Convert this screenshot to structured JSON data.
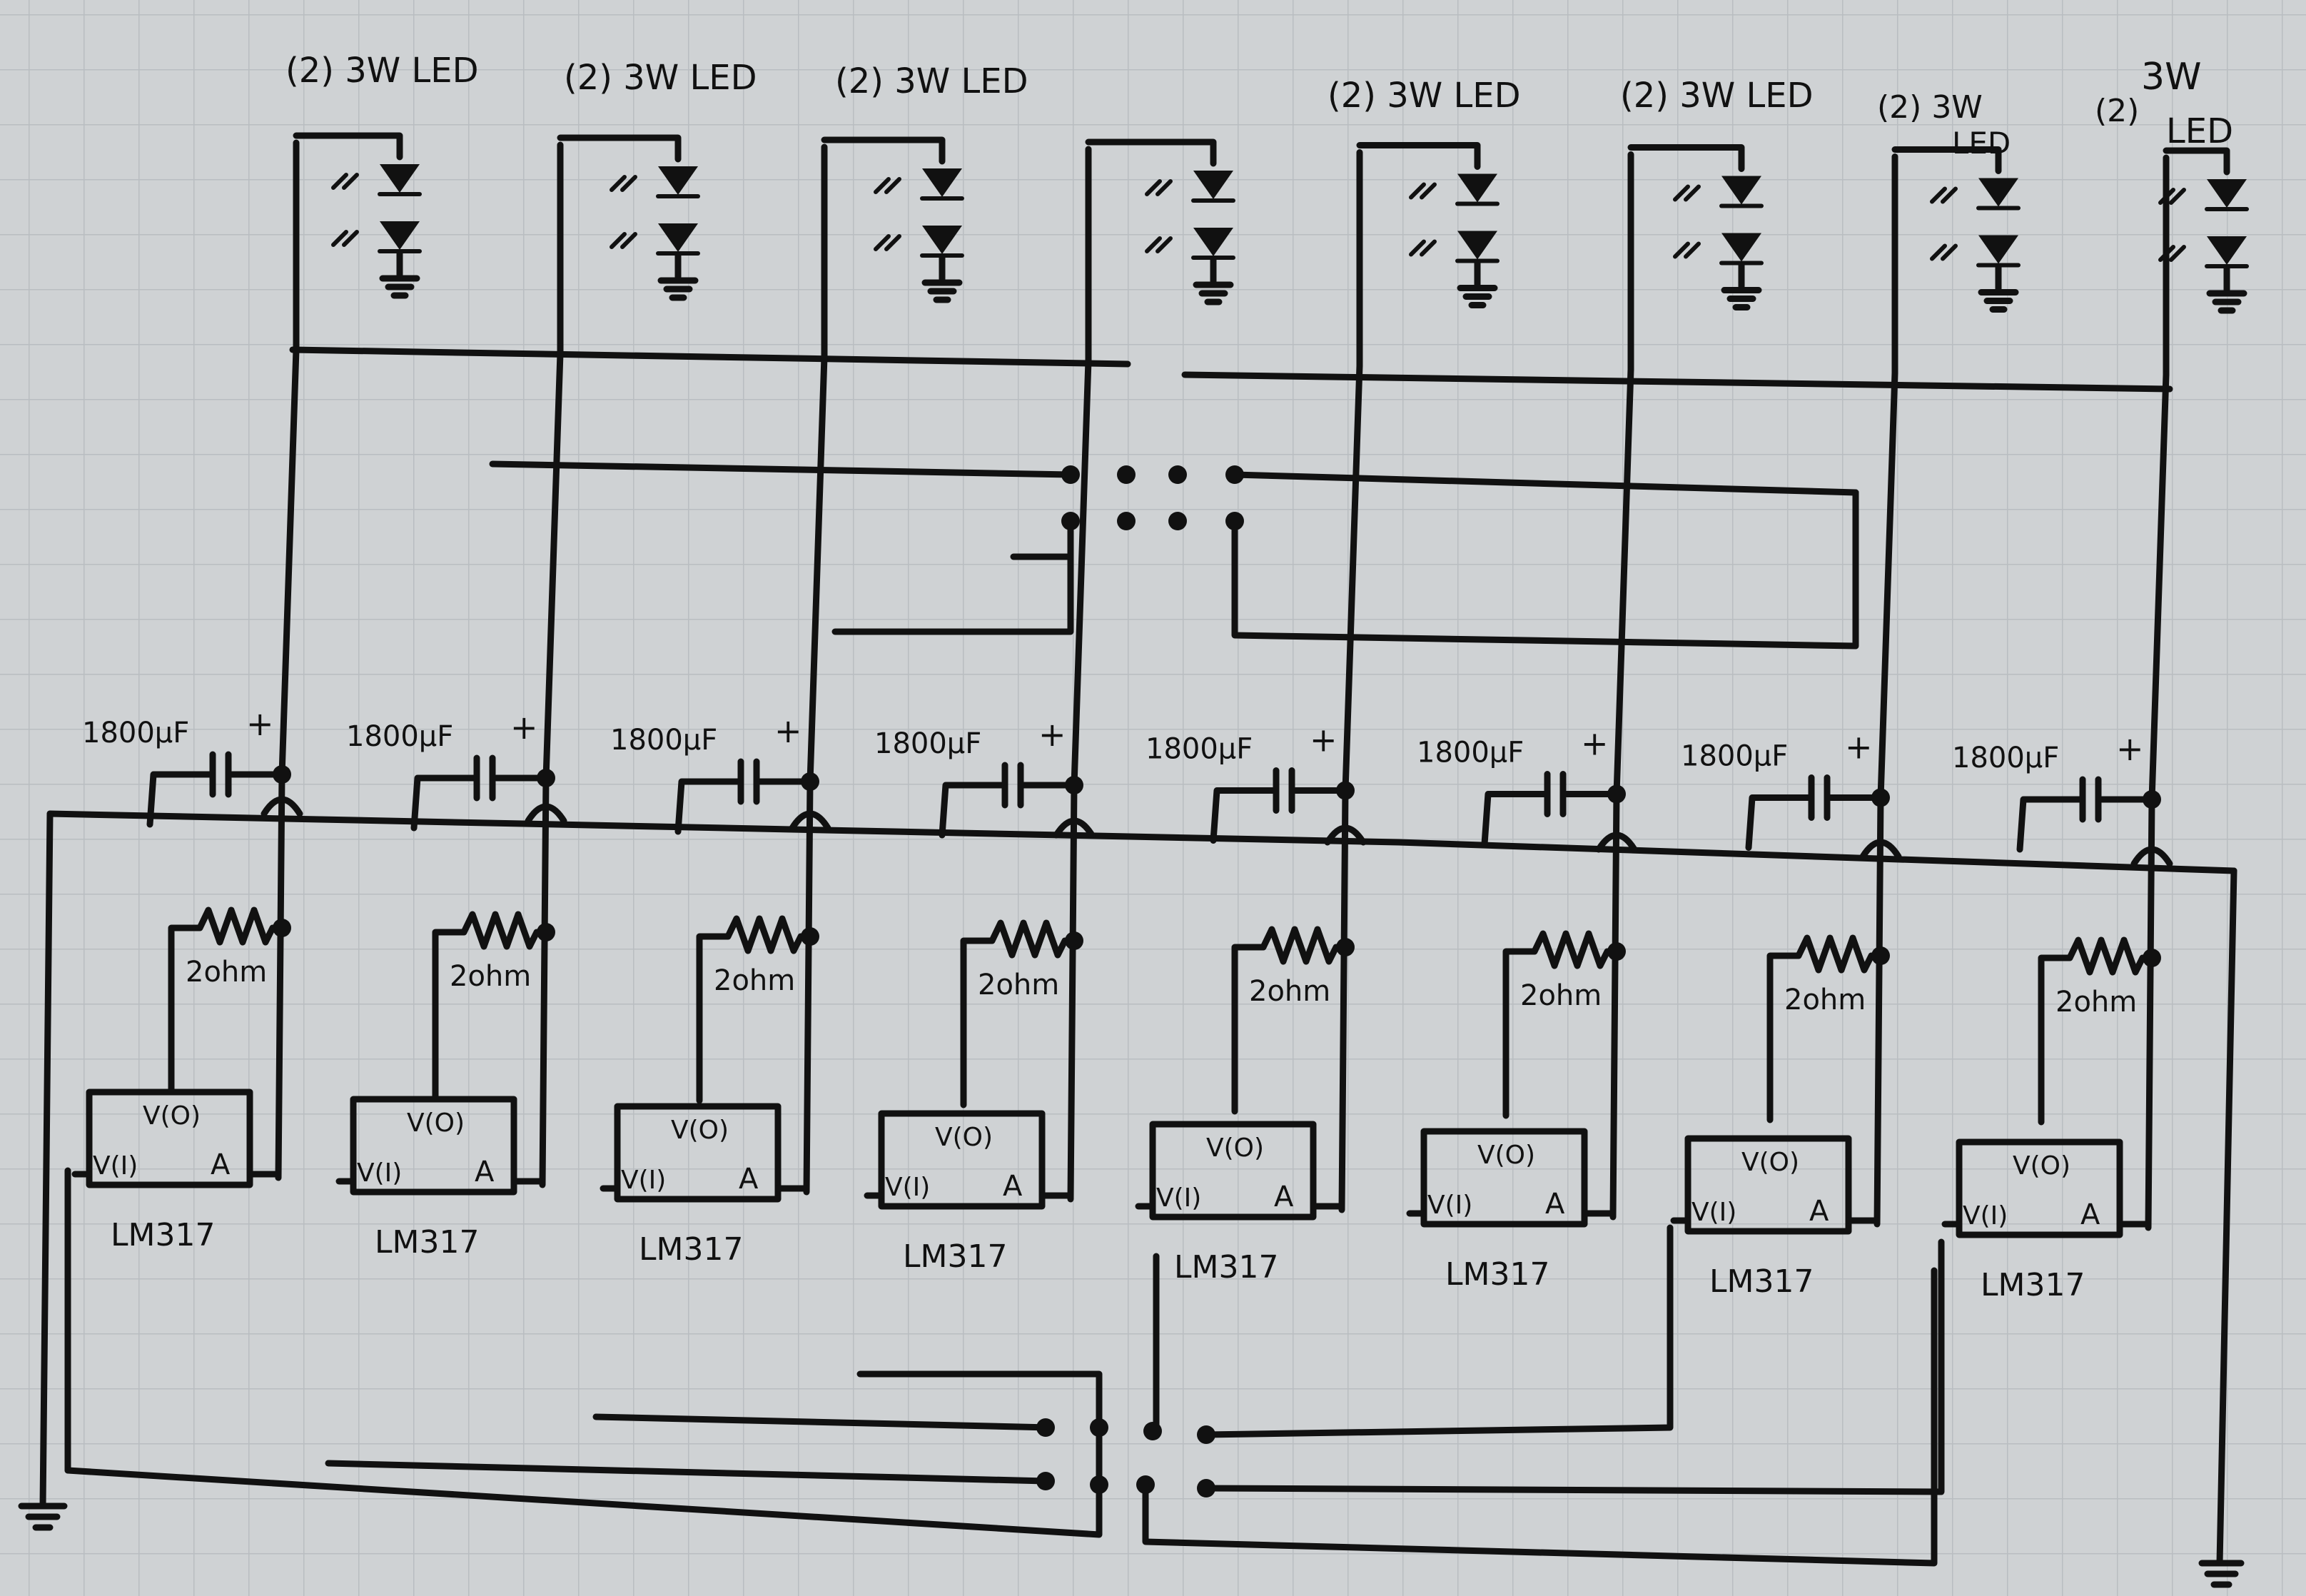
{
  "diagram": {
    "led_labels": [
      "(2) 3W LED",
      "(2) 3W LED",
      "(2) 3W LED",
      "(2) 3W LED",
      "(2) 3W LED",
      "(2) 3W",
      "LED",
      "(2)",
      "3W",
      "LED"
    ],
    "capacitor_label": "1800µF",
    "capacitor_polarity": "+",
    "resistor_label": "2ohm",
    "regulator": {
      "part": "LM317",
      "pin_out": "V(O)",
      "pin_in": "V(I)",
      "pin_adj": "A"
    },
    "stage_count": 8,
    "colors": {
      "ink": "#111111",
      "paper": "#cfd2d4",
      "grid": "#b9bdc1"
    }
  }
}
